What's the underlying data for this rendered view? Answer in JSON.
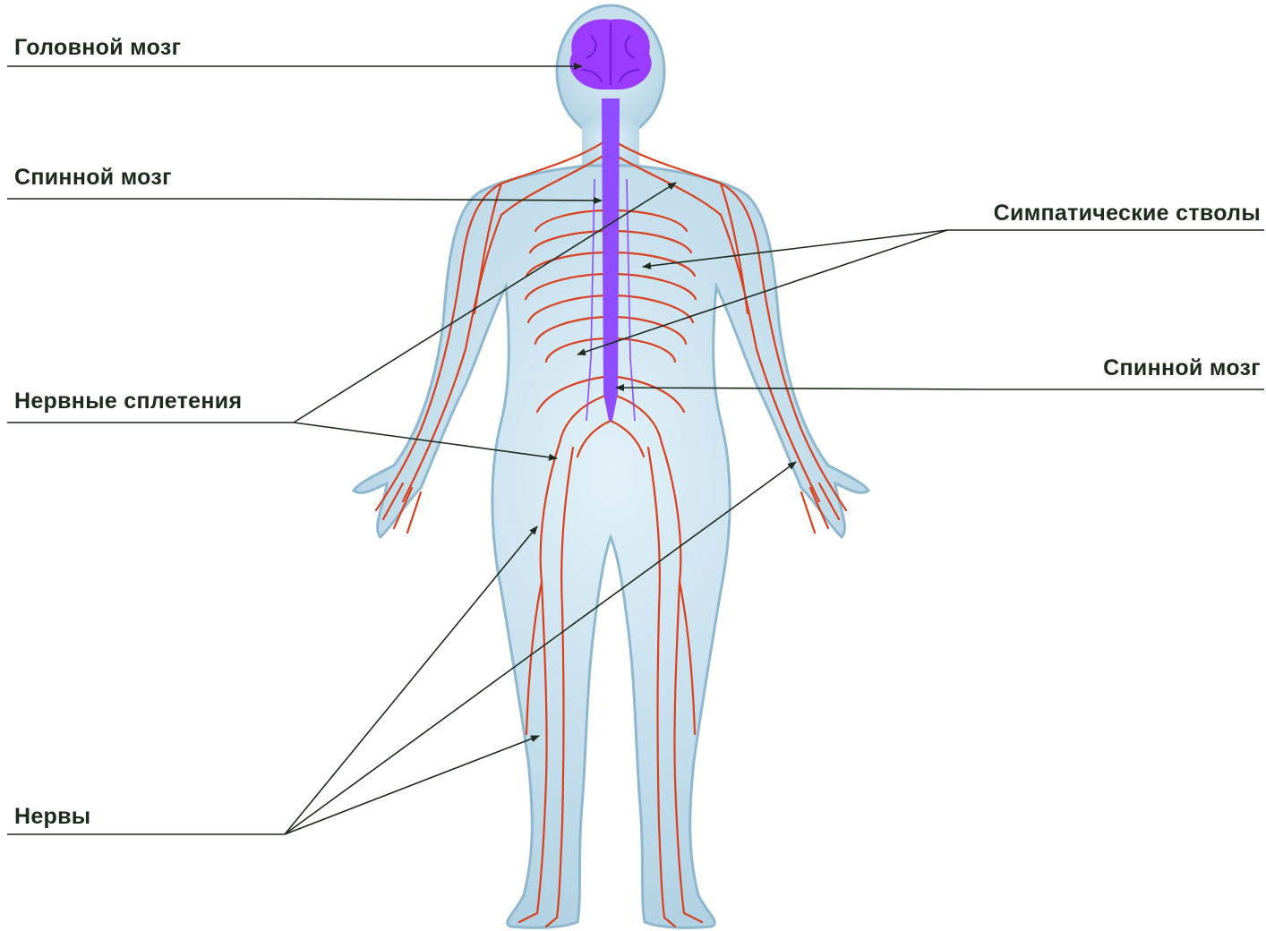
{
  "labels": {
    "brain": "Головной мозг",
    "spinal_cord_left": "Спинной мозг",
    "sympathetic_trunks": "Симпатические стволы",
    "spinal_cord_right": "Спинной мозг",
    "nerve_plexuses": "Нервные сплетения",
    "nerves": "Нервы"
  },
  "colors": {
    "body_fill": "#bfdcea",
    "body_outline": "#8fb8cf",
    "brain": "#9a3bff",
    "spinal_cord": "#8f4dff",
    "nerves": "#d8401e",
    "leader_lines": "#1e2a1e",
    "label_text": "#1e2a1e"
  }
}
